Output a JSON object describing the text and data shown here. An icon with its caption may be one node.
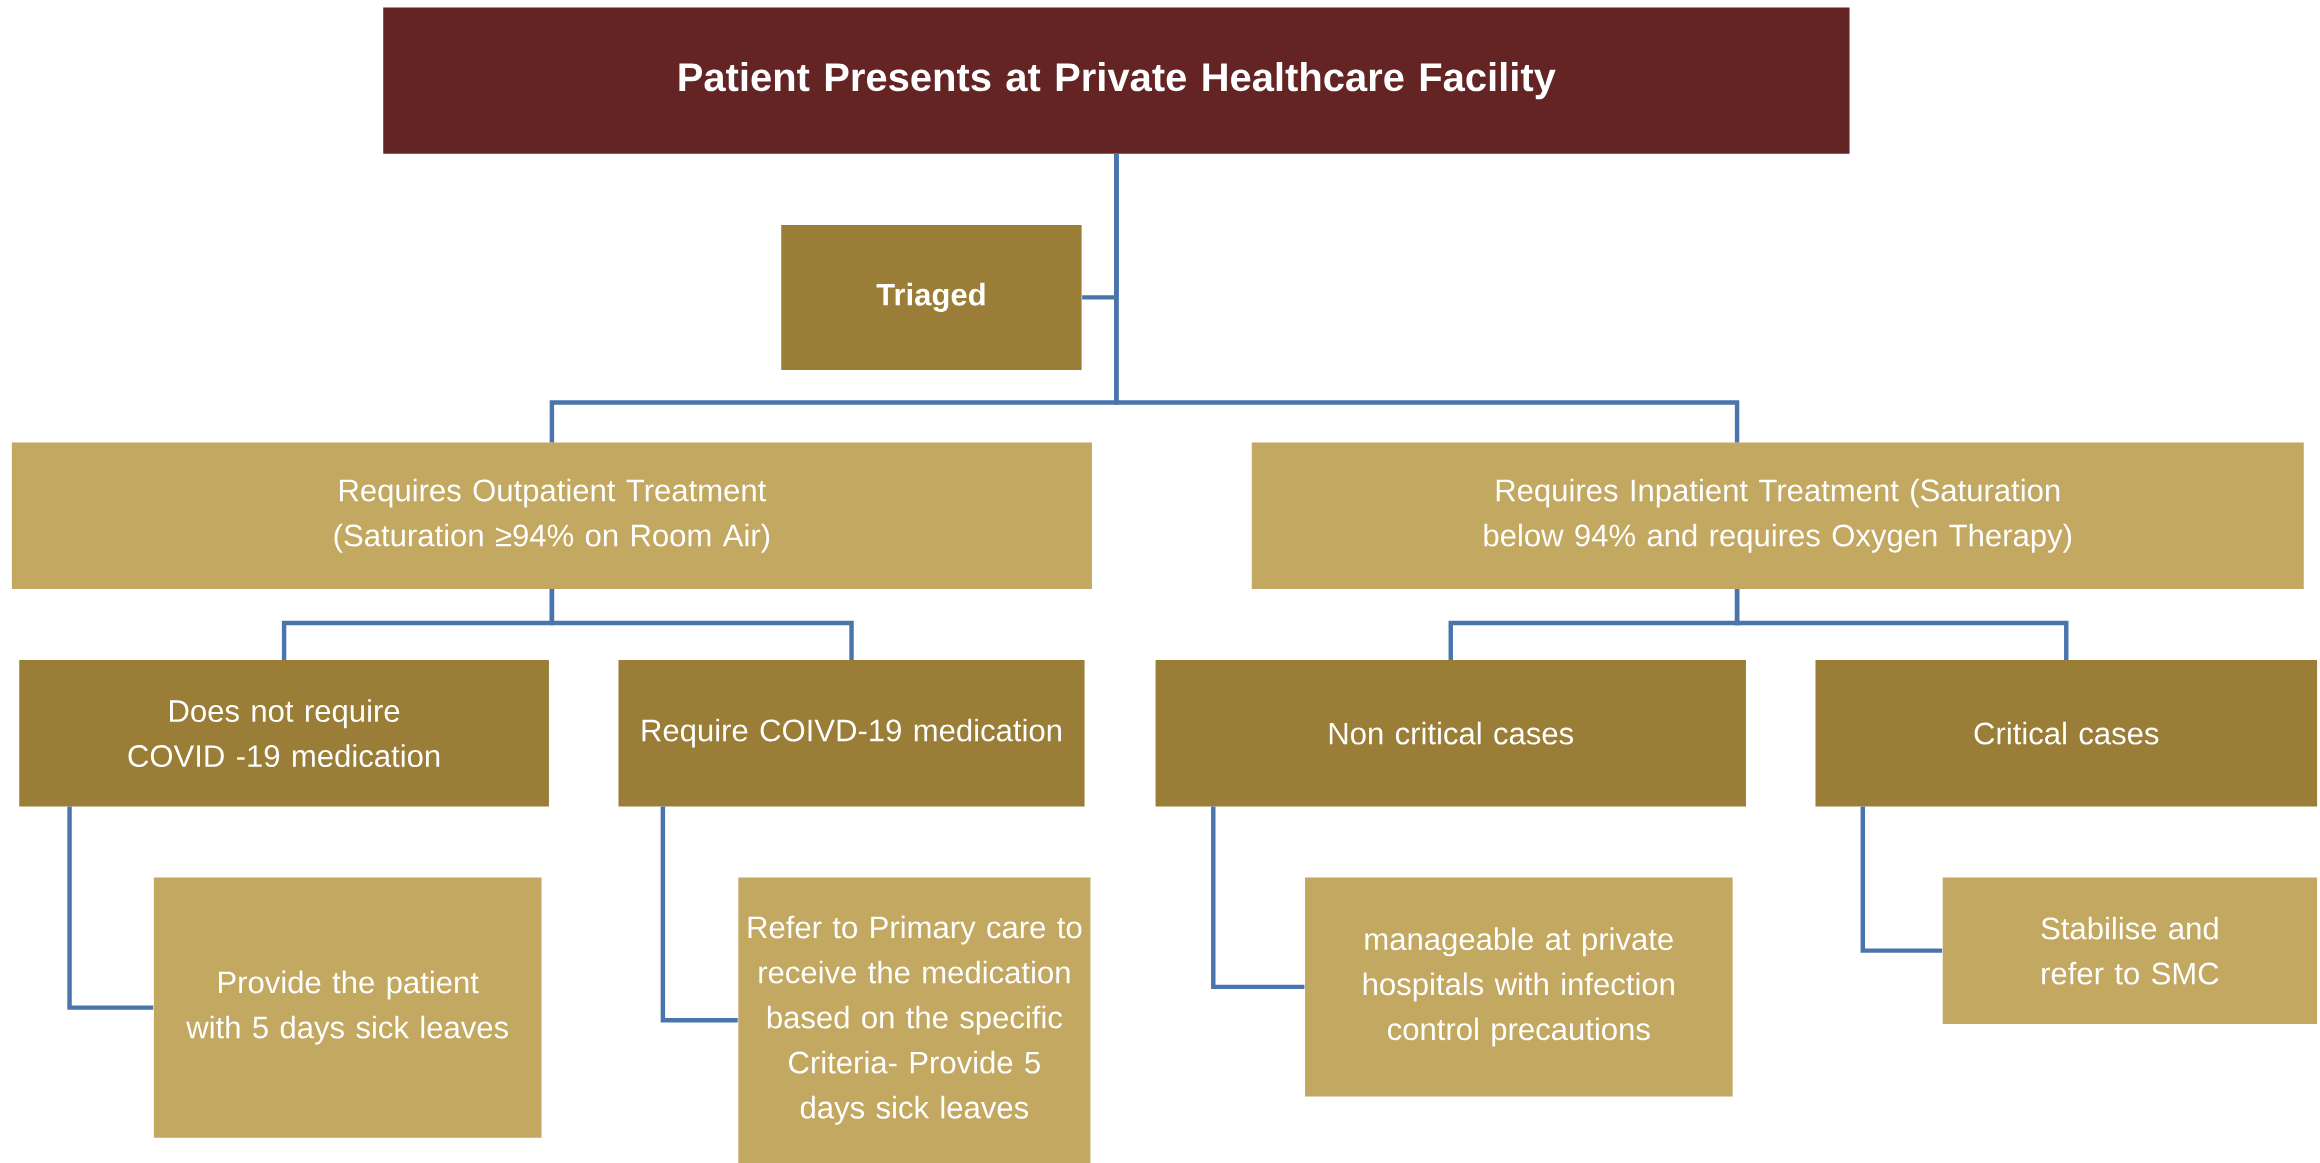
{
  "diagram": {
    "nodes": [
      {
        "text": [
          "Patient Presents at Private Healthcare Facility"
        ]
      },
      {
        "text": [
          "Triaged"
        ]
      },
      {
        "text": [
          "Requires Outpatient Treatment (Saturation ≥94% on Room Air)"
        ]
      },
      {
        "text": [
          "Requires Inpatient Treatment (Saturation below 94% and requires Oxygen Therapy)"
        ]
      },
      {
        "text": [
          "Does not require COVID -19 medication"
        ]
      },
      {
        "text": [
          "Require COIVD-19 medication"
        ]
      },
      {
        "text": [
          "Non critical cases"
        ]
      },
      {
        "text": [
          "Critical cases"
        ]
      },
      {
        "text": [
          "Provide the patient with 5 days sick leaves"
        ]
      },
      {
        "text": [
          "Refer to Primary care to receive the medication based on the specific Criteria- Provide 5 days sick leaves"
        ]
      },
      {
        "text": [
          "manageable at private hospitals with infection control precautions"
        ]
      },
      {
        "text": [
          "Stabilise and refer to SMC"
        ]
      }
    ],
    "edges": [
      {
        "from": 0,
        "to": 1,
        "arrow": "none"
      },
      {
        "from": 0,
        "to": 2,
        "arrow": "none"
      },
      {
        "from": 0,
        "to": 3,
        "arrow": "none"
      },
      {
        "from": 2,
        "to": 4,
        "arrow": "none"
      },
      {
        "from": 2,
        "to": 5,
        "arrow": "none"
      },
      {
        "from": 3,
        "to": 6,
        "arrow": "none"
      },
      {
        "from": 3,
        "to": 7,
        "arrow": "none"
      },
      {
        "from": 4,
        "to": 8,
        "arrow": "none"
      },
      {
        "from": 5,
        "to": 9,
        "arrow": "none"
      },
      {
        "from": 6,
        "to": 10,
        "arrow": "none"
      },
      {
        "from": 7,
        "to": 11,
        "arrow": "none"
      }
    ]
  }
}
